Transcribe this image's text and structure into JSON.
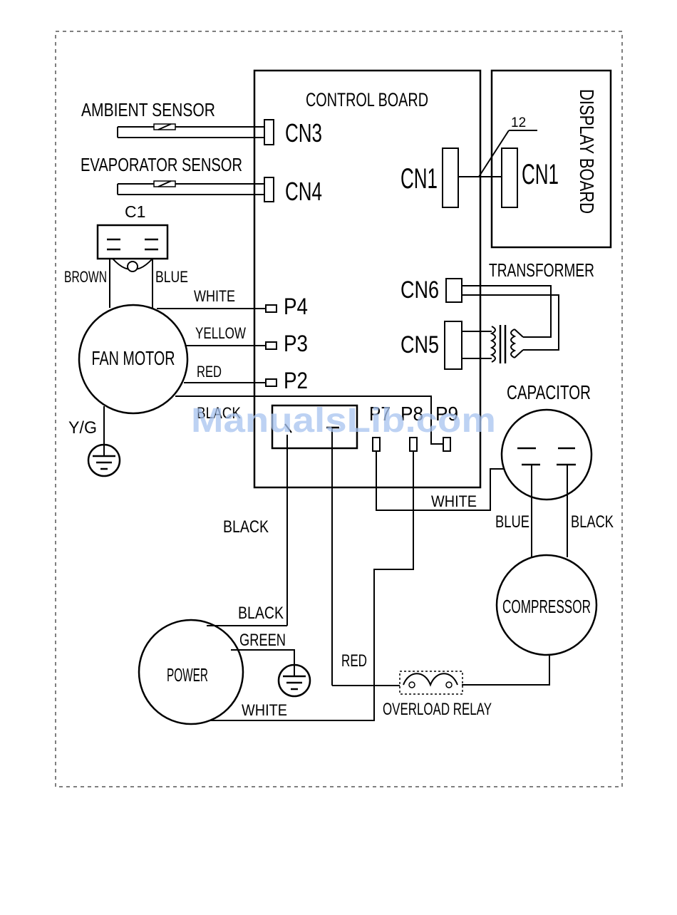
{
  "control_board": {
    "title": "CONTROL BOARD"
  },
  "display_board": {
    "title": "DISPLAY BOARD",
    "connector": "CN1",
    "wire_count": "12"
  },
  "sensors": [
    {
      "name": "AMBIENT SENSOR",
      "connector": "CN3"
    },
    {
      "name": "EVAPORATOR SENSOR",
      "connector": "CN4"
    }
  ],
  "board_connectors": {
    "cn1": "CN1",
    "cn6": "CN6",
    "cn5": "CN5",
    "p4": "P4",
    "p3": "P3",
    "p2": "P2",
    "p7": "P7",
    "p8": "P8",
    "p9": "P9"
  },
  "fan_motor": {
    "name": "FAN MOTOR",
    "capacitor": "C1",
    "ground": "Y/G",
    "wires": {
      "brown": "BROWN",
      "blue": "BLUE",
      "white": "WHITE",
      "yellow": "YELLOW",
      "red": "RED",
      "black": "BLACK"
    }
  },
  "transformer": {
    "name": "TRANSFORMER"
  },
  "capacitor": {
    "name": "CAPACITOR",
    "wire_left": "BLUE",
    "wire_right": "BLACK"
  },
  "compressor": {
    "name": "COMPRESSOR"
  },
  "power": {
    "name": "POWER",
    "wires": {
      "black_vertical": "BLACK",
      "black": "BLACK",
      "green": "GREEN",
      "white": "WHITE",
      "red": "RED"
    }
  },
  "white_wire": "WHITE",
  "overload_relay": {
    "name": "OVERLOAD RELAY"
  },
  "watermark": "ManualsLib.com"
}
